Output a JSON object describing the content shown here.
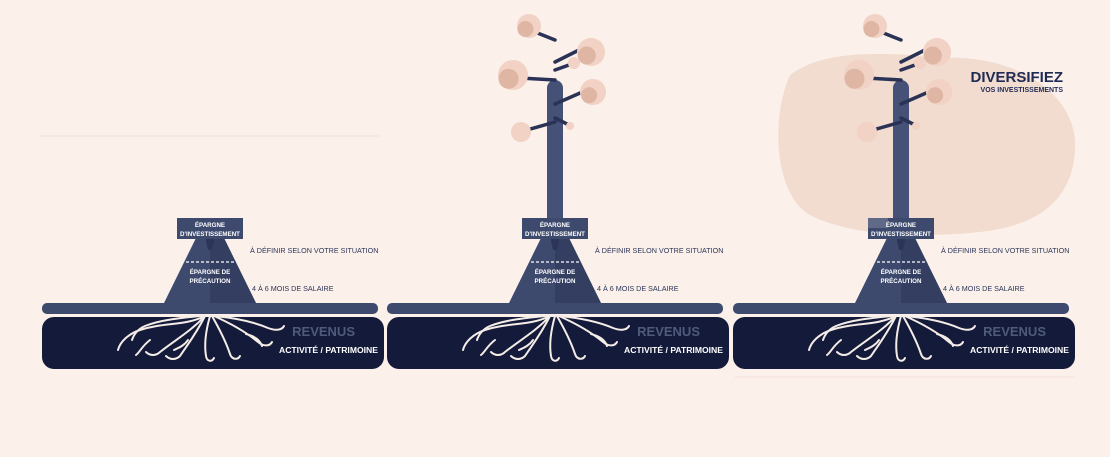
{
  "diversify": {
    "title": "DIVERSIFIEZ",
    "subtitle": "VOS INVESTISSEMENTS"
  },
  "panels": [
    {
      "revenus_title": "REVENUS",
      "revenus_sub": "ACTIVITÉ / PATRIMOINE",
      "box_line1": "ÉPARGNE",
      "box_line2": "D'INVESTISSEMENT",
      "trunk_line1": "ÉPARGNE DE",
      "trunk_line2": "PRÉCAUTION",
      "note_investissement": "À DÉFINIR SELON  VOTRE SITUATION",
      "note_precaution": "4 À 6 MOIS DE SALAIRE",
      "has_tree": false
    },
    {
      "revenus_title": "REVENUS",
      "revenus_sub": "ACTIVITÉ / PATRIMOINE",
      "box_line1": "ÉPARGNE",
      "box_line2": "D'INVESTISSEMENT",
      "trunk_line1": "ÉPARGNE DE",
      "trunk_line2": "PRÉCAUTION",
      "note_investissement": "À DÉFINIR SELON  VOTRE SITUATION",
      "note_precaution": "4 À 6 MOIS DE SALAIRE",
      "has_tree": true
    },
    {
      "revenus_title": "REVENUS",
      "revenus_sub": "ACTIVITÉ / PATRIMOINE",
      "box_line1": "ÉPARGNE",
      "box_line2": "D'INVESTISSEMENT",
      "trunk_line1": "ÉPARGNE DE",
      "trunk_line2": "PRÉCAUTION",
      "note_investissement": "À DÉFINIR SELON  VOTRE SITUATION",
      "note_precaution": "4 À 6 MOIS DE SALAIRE",
      "has_tree": true
    }
  ],
  "colors": {
    "background": "#fbf0ea",
    "navy_dark": "#141a3a",
    "slate": "#3d4a6e",
    "trunk": "#2c3558",
    "fruit_light": "#f1d2c4",
    "fruit_dark": "#dcb2a0",
    "cloud": "#f1dccf",
    "root": "#f4ece6",
    "revenus_title": "#4f5b7b"
  }
}
